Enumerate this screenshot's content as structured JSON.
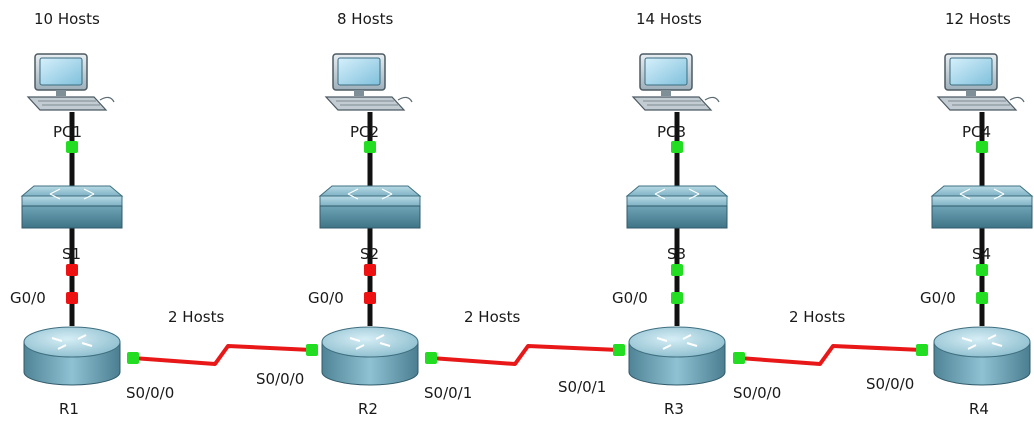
{
  "topology": {
    "columns": [
      {
        "pc": {
          "label": "PC1",
          "hosts": "10 Hosts"
        },
        "switch": {
          "label": "S1"
        },
        "router": {
          "label": "R1",
          "lan_port": "G0/0"
        },
        "link_status": "down"
      },
      {
        "pc": {
          "label": "PC2",
          "hosts": "8 Hosts"
        },
        "switch": {
          "label": "S2"
        },
        "router": {
          "label": "R2",
          "lan_port": "G0/0"
        },
        "link_status": "down"
      },
      {
        "pc": {
          "label": "PC3",
          "hosts": "14 Hosts"
        },
        "switch": {
          "label": "S3"
        },
        "router": {
          "label": "R3",
          "lan_port": "G0/0"
        },
        "link_status": "up"
      },
      {
        "pc": {
          "label": "PC4",
          "hosts": "12 Hosts"
        },
        "switch": {
          "label": "S4"
        },
        "router": {
          "label": "R4",
          "lan_port": "G0/0"
        },
        "link_status": "up"
      }
    ],
    "wan_links": [
      {
        "hosts": "2 Hosts",
        "left_port": "S0/0/0",
        "right_port": "S0/0/0"
      },
      {
        "hosts": "2 Hosts",
        "left_port": "S0/0/1",
        "right_port": "S0/0/1"
      },
      {
        "hosts": "2 Hosts",
        "left_port": "S0/0/0",
        "right_port": "S0/0/0"
      }
    ]
  },
  "colors": {
    "link_up": "#22dd22",
    "link_down": "#ee1111",
    "serial_cable": "#e81818",
    "ethernet_cable": "#111111"
  }
}
